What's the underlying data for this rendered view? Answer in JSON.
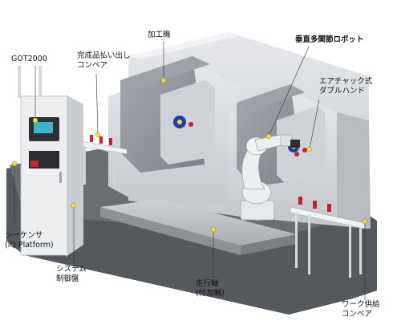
{
  "labels": {
    "machining_center": "加工機",
    "robot_line1": "垂直多関節ロボット",
    "gripper_line1": "エアチャック式",
    "gripper_line2": "ダブルハンド",
    "got": "GOT2000",
    "outfeed_line1": "完成品払い出し",
    "outfeed_line2": "コンベア",
    "sequencer_line1": "シーケンサ",
    "sequencer_line2": "(iQ Platform)",
    "panel_line1": "システム",
    "panel_line2": "制御盤",
    "axis_line1": "走行軸",
    "axis_line2": "(付加軸)",
    "infeed_line1": "ワーク供給",
    "infeed_line2": "コンベア"
  },
  "colors": {
    "callout_dot": "#f2df3a",
    "floor": "#5c5f63",
    "machine_light": "#d9dbde",
    "machine_mid": "#b8bcc1",
    "machine_dark": "#8f9399",
    "spindle_blue": "#1e3fa6",
    "workpiece_red": "#c8232c",
    "robot_white": "#eceef0"
  }
}
